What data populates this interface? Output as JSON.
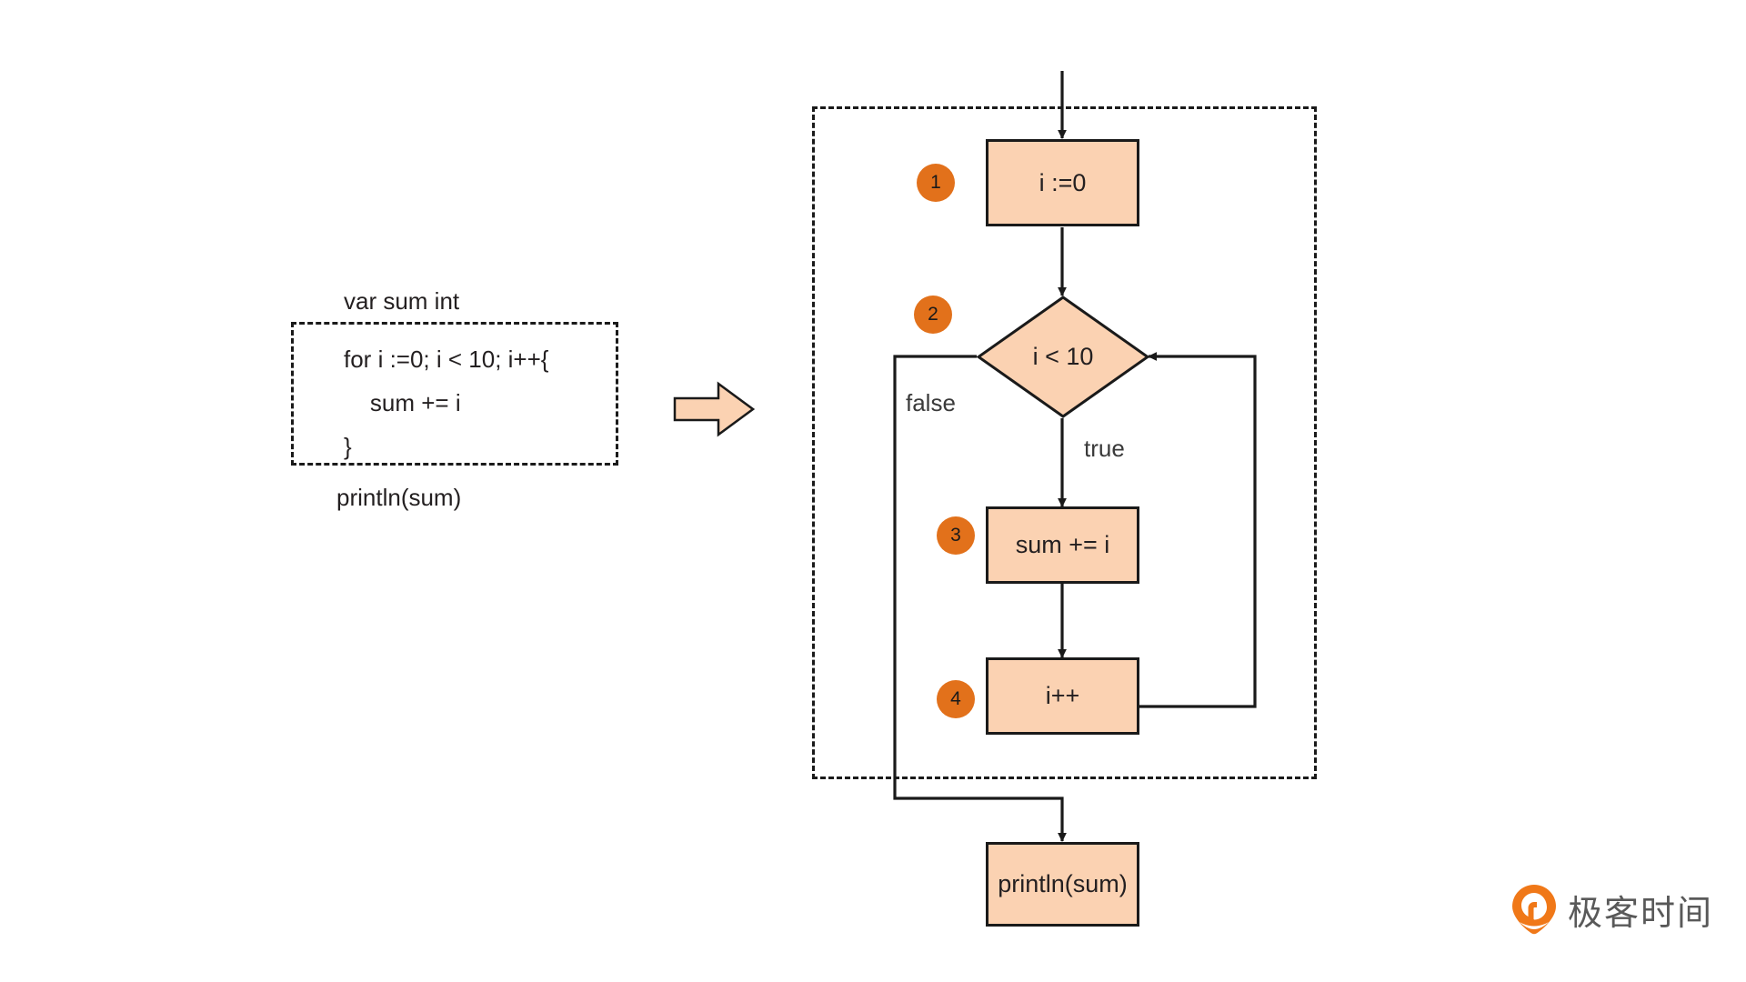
{
  "diagram": {
    "title": "Go for-loop flowchart",
    "colors": {
      "node_fill": "#fbd2b2",
      "node_stroke": "#1a1a1a",
      "badge_fill": "#e2711b",
      "arrow_fill": "#fbd2b2",
      "text": "#231f20",
      "dashed_stroke": "#1a1a1a",
      "watermark_orange": "#f07818",
      "watermark_text": "#595959"
    }
  },
  "code_panel": {
    "above_block": "var sum int",
    "below_block": "println(sum)",
    "lines": [
      "for i :=0; i < 10; i++{",
      "    sum += i",
      "}"
    ]
  },
  "transition": {
    "icon": "right-arrow-icon"
  },
  "flowchart": {
    "nodes": [
      {
        "id": "init",
        "badge": "1",
        "label": "i :=0",
        "shape": "rect"
      },
      {
        "id": "cond",
        "badge": "2",
        "label": "i < 10",
        "shape": "diamond"
      },
      {
        "id": "body",
        "badge": "3",
        "label": "sum += i",
        "shape": "rect"
      },
      {
        "id": "incr",
        "badge": "4",
        "label": "i++",
        "shape": "rect"
      },
      {
        "id": "output",
        "badge": "",
        "label": "println(sum)",
        "shape": "rect"
      }
    ],
    "edge_labels": {
      "false": "false",
      "true": "true"
    }
  },
  "watermark": {
    "text": "极客时间",
    "icon": "geektime-pin-icon"
  }
}
